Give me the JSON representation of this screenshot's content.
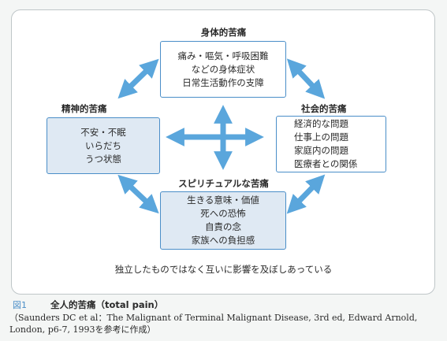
{
  "physical": {
    "title": "身体的苦痛",
    "lines": [
      "痛み・嘔気・呼吸困難",
      "などの身体症状",
      "日常生活動作の支障"
    ]
  },
  "mental": {
    "title": "精神的苦痛",
    "lines": [
      "不安・不眠",
      "いらだち",
      "うつ状態"
    ]
  },
  "social": {
    "title": "社会的苦痛",
    "lines": [
      "経済的な問題",
      "仕事上の問題",
      "家庭内の問題",
      "医療者との関係"
    ]
  },
  "spiritual": {
    "title": "スピリチュアルな苦痛",
    "lines": [
      "生きる意味・価値",
      "死への恐怖",
      "自責の念",
      "家族への負担感"
    ]
  },
  "note": "独立したものではなく互いに影響を及ぼしあっている",
  "caption": {
    "label": "図1",
    "title": "全人的苦痛（total pain）",
    "source": "（Saunders DC et al：The Malignant of Terminal Malignant Disease, 3rd ed, Edward Arnold, London, p6-7, 1993を参考に作成）"
  },
  "colors": {
    "accent": "#4a8ec8",
    "arrow": "#5aa6dc",
    "box_fill": "#dfe9f3"
  }
}
